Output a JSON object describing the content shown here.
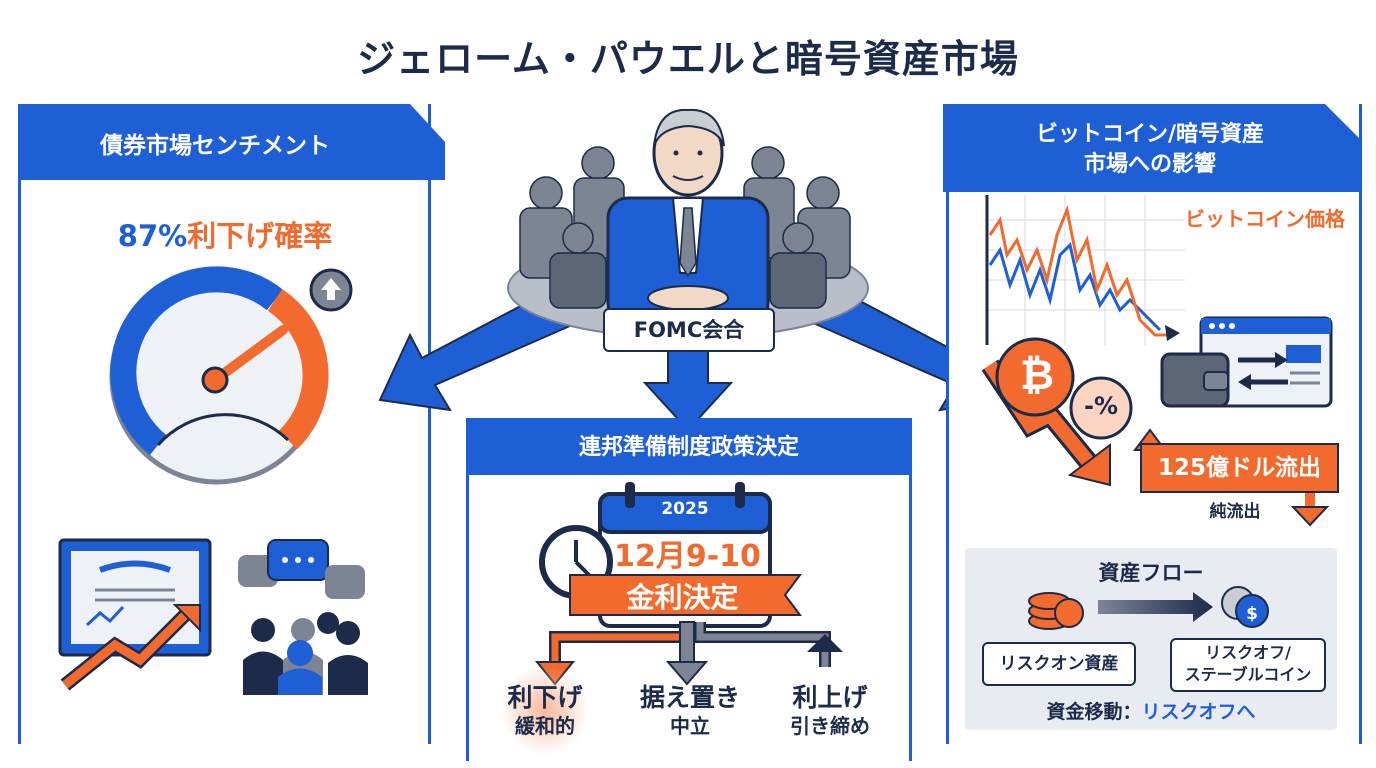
{
  "title": "ジェローム・パウエルと暗号資産市場",
  "left_panel": {
    "header": "債券市場センチメント",
    "probability_value": "87%",
    "probability_label": "利下げ確率"
  },
  "center": {
    "fomc_label": "FOMC会合",
    "panel_header": "連邦準備制度政策決定",
    "calendar_year": "2025",
    "calendar_date": "12月9-10日",
    "decision_label": "金利決定",
    "outcomes": [
      {
        "title": "利下げ",
        "sub": "緩和的"
      },
      {
        "title": "据え置き",
        "sub": "中立"
      },
      {
        "title": "利上げ",
        "sub": "引き締め"
      }
    ]
  },
  "right_panel": {
    "header_line1": "ビットコイン/暗号資産",
    "header_line2": "市場への影響",
    "chart_label": "ビットコイン価格",
    "bitcoin_symbol": "₿",
    "percent_badge": "-%",
    "outflow_amount": "125億ドル流出",
    "outflow_sub": "純流出",
    "flow_title": "資産フロー",
    "risk_on": "リスクオン資産",
    "risk_off_line1": "リスクオフ/",
    "risk_off_line2": "ステーブルコイン",
    "capital_move_prefix": "資金移動：",
    "capital_move_target": "リスクオフへ",
    "coin_symbol": "$"
  },
  "colors": {
    "blue": "#1f5fd6",
    "orange": "#f26a2e",
    "navy": "#1c2b4a",
    "gray": "#7d8595"
  },
  "icons": [
    "gauge-icon",
    "up-arrow-icon",
    "certificate-icon",
    "speech-bubbles-icon",
    "people-icon",
    "calendar-icon",
    "clock-icon",
    "bitcoin-icon",
    "wallet-icon",
    "browser-window-icon",
    "coin-stack-icon",
    "dollar-coin-icon"
  ]
}
